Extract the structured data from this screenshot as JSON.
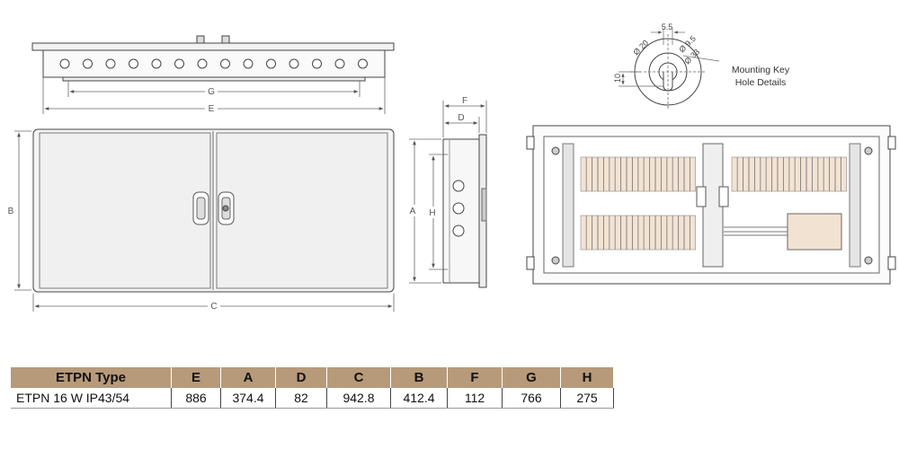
{
  "diagram": {
    "dimension_labels": {
      "top_G": "G",
      "top_E": "E",
      "front_B": "B",
      "front_C": "C",
      "side_F": "F",
      "side_D": "D",
      "side_A": "A",
      "side_H": "H"
    },
    "key_hole": {
      "dim_top": "5.5",
      "dia_small": "Ø 9.5",
      "dia_mid": "Ø 20",
      "dia_large": "Ø 33",
      "dim_left": "10",
      "caption_line1": "Mounting Key",
      "caption_line2": "Hole Details"
    }
  },
  "table": {
    "headers": [
      "ETPN Type",
      "E",
      "A",
      "D",
      "C",
      "B",
      "F",
      "G",
      "H"
    ],
    "rows": [
      [
        "ETPN 16 W IP43/54",
        "886",
        "374.4",
        "82",
        "942.8",
        "412.4",
        "112",
        "766",
        "275"
      ]
    ]
  }
}
